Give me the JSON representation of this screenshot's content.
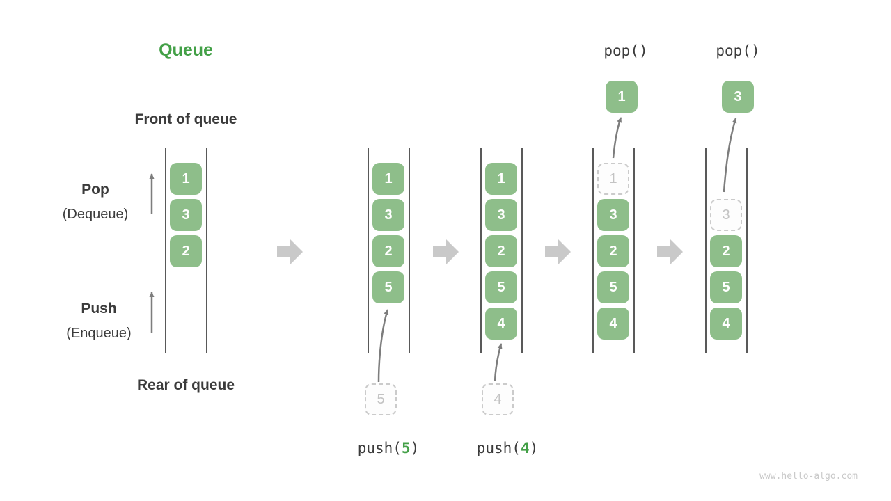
{
  "title": "Queue",
  "side_labels": {
    "front": "Front of queue",
    "rear": "Rear of queue",
    "pop_title": "Pop",
    "pop_sub": "(Dequeue)",
    "push_title": "Push",
    "push_sub": "(Enqueue)"
  },
  "stages": [
    {
      "items": [
        "1",
        "3",
        "2"
      ]
    },
    {
      "items": [
        "1",
        "3",
        "2",
        "5"
      ],
      "pending": "5",
      "op_pre": "push(",
      "op_arg": "5",
      "op_post": ")"
    },
    {
      "items": [
        "1",
        "3",
        "2",
        "5",
        "4"
      ],
      "pending": "4",
      "op_pre": "push(",
      "op_arg": "4",
      "op_post": ")"
    },
    {
      "ghost": "1",
      "items": [
        "3",
        "2",
        "5",
        "4"
      ],
      "popped": "1",
      "op": "pop()"
    },
    {
      "ghost": "3",
      "items": [
        "2",
        "5",
        "4"
      ],
      "popped": "3",
      "op": "pop()"
    }
  ],
  "colors": {
    "item_green": "#8ebe8a",
    "accent_green": "#43a047",
    "dark_text": "#3b3b3b",
    "block_arrow_gray": "#c9c9c9",
    "thin_arrow_gray": "#7d7d7d",
    "ghost_border": "#cbcbcb",
    "rail": "#595959",
    "watermark": "#c9c9c9"
  },
  "watermark": "www.hello-algo.com"
}
